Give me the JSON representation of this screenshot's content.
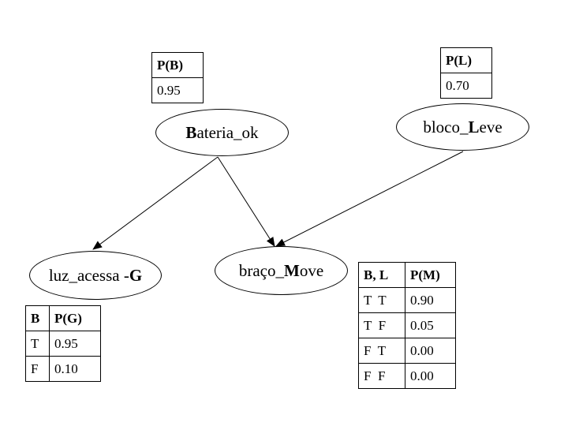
{
  "nodes": {
    "bateria": {
      "initial": "B",
      "rest": "ateria_ok"
    },
    "bloco": {
      "prefix": "bloco_",
      "initial": "L",
      "rest": "eve"
    },
    "luz": {
      "prefix": "luz_acessa - ",
      "initial": "G",
      "rest": ""
    },
    "braco": {
      "prefix": "braço_",
      "initial": "M",
      "rest": "ove"
    }
  },
  "tables": {
    "pb": {
      "header": "P(B)",
      "value": "0.95"
    },
    "pl": {
      "header": "P(L)",
      "value": "0.70"
    },
    "pg": {
      "headers": [
        "B",
        "P(G)"
      ],
      "rows": [
        [
          "T",
          "0.95"
        ],
        [
          "F",
          "0.10"
        ]
      ]
    },
    "pm": {
      "headers": [
        "B, L",
        "P(M)"
      ],
      "rows": [
        [
          "T  T",
          "0.90"
        ],
        [
          "T  F",
          "0.05"
        ],
        [
          "F  T",
          "0.00"
        ],
        [
          "F  F",
          "0.00"
        ]
      ]
    }
  }
}
